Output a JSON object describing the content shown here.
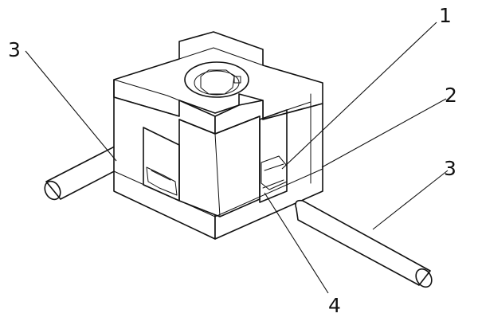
{
  "callouts": [
    {
      "id": "c1",
      "text": "1"
    },
    {
      "id": "c2",
      "text": "2"
    },
    {
      "id": "c3a",
      "text": "3"
    },
    {
      "id": "c3b",
      "text": "3"
    },
    {
      "id": "c4",
      "text": "4"
    }
  ]
}
